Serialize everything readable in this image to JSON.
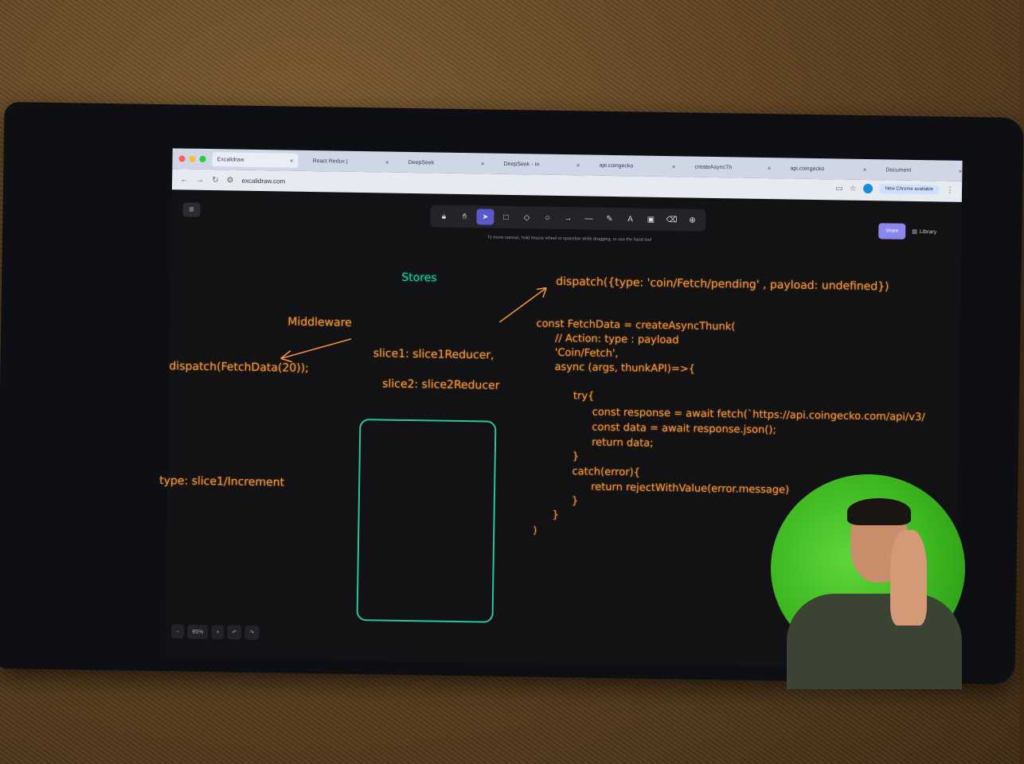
{
  "browser": {
    "tabs": [
      {
        "label": "Excalidraw",
        "active": true
      },
      {
        "label": "React Redux |",
        "active": false
      },
      {
        "label": "DeepSeek",
        "active": false
      },
      {
        "label": "DeepSeek - In",
        "active": false
      },
      {
        "label": "api.coingecko",
        "active": false
      },
      {
        "label": "createAsyncTh",
        "active": false
      },
      {
        "label": "api.coingecko",
        "active": false
      },
      {
        "label": "Document",
        "active": false
      }
    ],
    "url": "excalidraw.com",
    "update_button": "New Chrome available"
  },
  "excalidraw": {
    "hint": "To move canvas, hold mouse wheel or spacebar while dragging, or use the hand tool",
    "share_label": "Share",
    "library_label": "Library",
    "zoom": "85%",
    "tools": [
      "lock-icon",
      "hand-icon",
      "select-icon",
      "rectangle-icon",
      "diamond-icon",
      "ellipse-icon",
      "arrow-icon",
      "line-icon",
      "pencil-icon",
      "text-icon",
      "image-icon",
      "eraser-icon",
      "extra-tools-icon"
    ]
  },
  "drawing": {
    "stores_label": "Stores",
    "middleware_label": "Middleware",
    "dispatch_left": "dispatch(FetchData(20));",
    "type_label": "type: slice1/Increment",
    "slice1": "slice1: slice1Reducer,",
    "slice2": "slice2: slice2Reducer",
    "dispatch_top": "dispatch({type: 'coin/Fetch/pending' , payload: undefined})",
    "code": [
      "const FetchData = createAsyncThunk(",
      "// Action: type : payload",
      "'Coin/Fetch',",
      "async (args, thunkAPI)=>{",
      "try{",
      "const response = await fetch(`https://api.coingecko.com/api/v3/",
      "const data = await response.json();",
      "return data;",
      "}",
      "catch(error){",
      "return rejectWithValue(error.message)",
      "}",
      "}",
      ")"
    ]
  },
  "colors": {
    "stroke_orange": "#f0913a",
    "stroke_green": "#27c79a",
    "canvas_bg": "#121214"
  }
}
